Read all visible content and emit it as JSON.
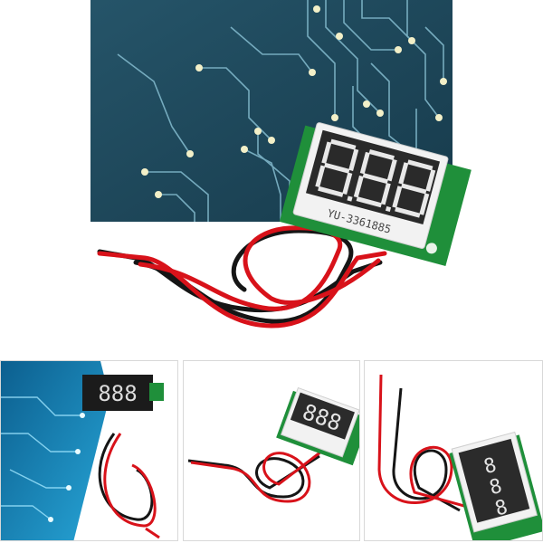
{
  "product": {
    "model_label": "YU-3361885"
  },
  "display": {
    "digits": [
      "8",
      "8",
      "8"
    ],
    "segment_on_color": "#e8e8e8",
    "segment_off_color": "#3a3a3a"
  },
  "colors": {
    "circuit_bg": "#1e4a5e",
    "circuit_trace": "#7fb6c9",
    "circuit_node": "#f3f0c8",
    "wire_red": "#d8121a",
    "wire_black": "#151515",
    "pcb_green": "#1f8f3a",
    "bezel": "#f2f2f2",
    "thumb_blue": "#1a7fb8"
  },
  "gallery": {
    "thumbnails": [
      {
        "name": "circuit-background-view"
      },
      {
        "name": "angled-view"
      },
      {
        "name": "side-view"
      }
    ]
  }
}
